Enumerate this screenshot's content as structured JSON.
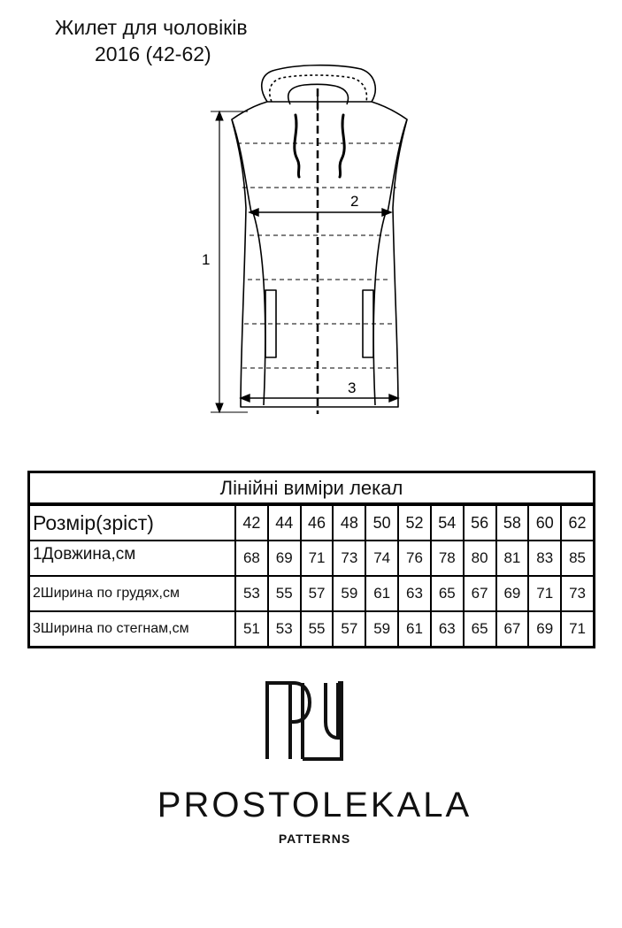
{
  "header": {
    "title": "Жилет для чоловіків",
    "subtitle": "2016 (42-62)"
  },
  "diagram": {
    "labels": {
      "length": "1",
      "chest": "2",
      "hip": "3"
    }
  },
  "table": {
    "title": "Лінійні виміри лекал",
    "size_label": "Розмір(зріст)",
    "sizes": [
      "42",
      "44",
      "46",
      "48",
      "50",
      "52",
      "54",
      "56",
      "58",
      "60",
      "62"
    ],
    "rows": [
      {
        "label": "1Довжина,см",
        "values": [
          "68",
          "69",
          "71",
          "73",
          "74",
          "76",
          "78",
          "80",
          "81",
          "83",
          "85"
        ]
      },
      {
        "label": "2Ширина по грудях,см",
        "values": [
          "53",
          "55",
          "57",
          "59",
          "61",
          "63",
          "65",
          "67",
          "69",
          "71",
          "73"
        ]
      },
      {
        "label": "3Ширина по стегнам,см",
        "values": [
          "51",
          "53",
          "55",
          "57",
          "59",
          "61",
          "63",
          "65",
          "67",
          "69",
          "71"
        ]
      }
    ]
  },
  "brand": {
    "name": "PROSTOLEKALA",
    "tagline": "PATTERNS"
  }
}
